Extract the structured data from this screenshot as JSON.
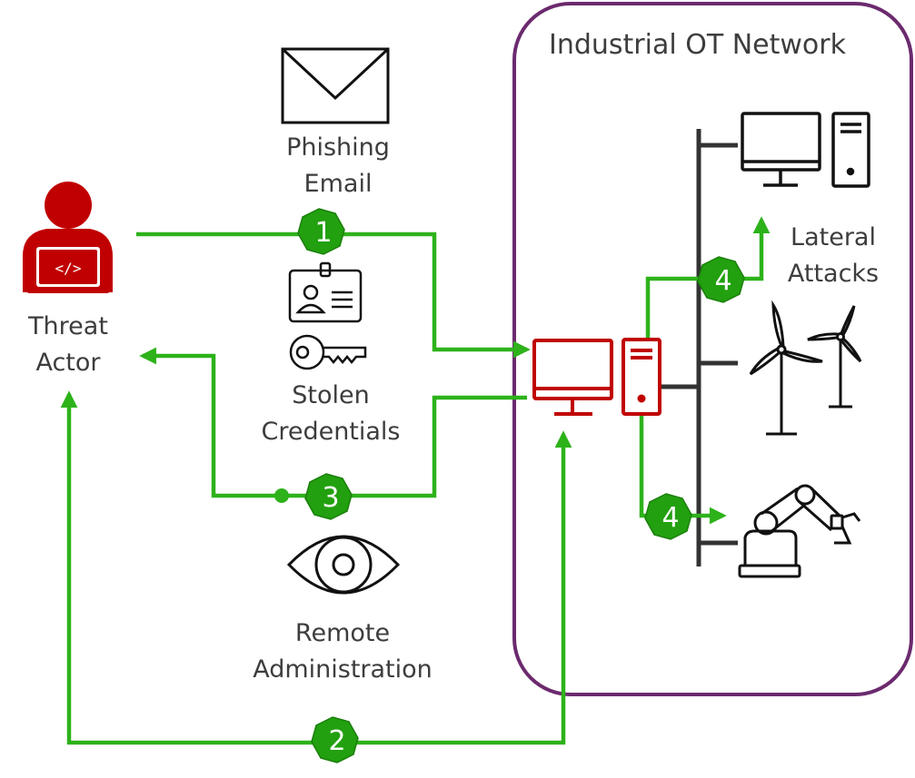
{
  "network": {
    "title": "Industrial OT Network"
  },
  "labels": {
    "threat_actor": [
      "Threat",
      "Actor"
    ],
    "phishing": [
      "Phishing",
      "Email"
    ],
    "stolen": [
      "Stolen",
      "Credentials"
    ],
    "remote": [
      "Remote",
      "Administration"
    ],
    "lateral": [
      "Lateral",
      "Attacks"
    ]
  },
  "steps": {
    "s1": "1",
    "s2": "2",
    "s3": "3",
    "s4_top": "4",
    "s4_bottom": "4"
  },
  "colors": {
    "arrow": "#2db21a",
    "badge": "#22a00f",
    "threat": "#c00000",
    "border": "#6b2a6e",
    "ink": "#111111",
    "text": "#3d3d3d"
  },
  "icons": {
    "threat_actor": "hacker-laptop-icon",
    "phishing": "envelope-icon",
    "badge": "id-badge-icon",
    "key": "key-icon",
    "eye": "eye-icon",
    "workstation": "compromised-workstation-icon",
    "computer": "desktop-computer-icon",
    "turbines": "wind-turbine-icon",
    "robot": "robotic-arm-icon"
  }
}
